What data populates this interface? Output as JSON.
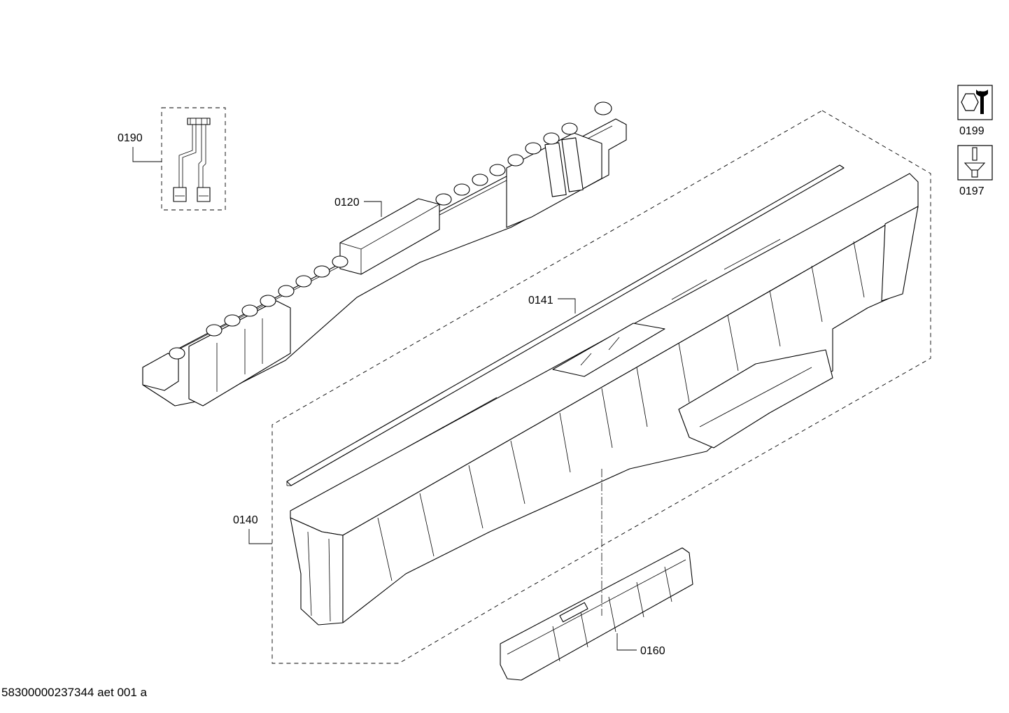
{
  "labels": {
    "p0190": "0190",
    "p0120": "0120",
    "p0141": "0141",
    "p0140": "0140",
    "p0160": "0160",
    "p0199": "0199",
    "p0197": "0197"
  },
  "icons": {
    "tool_0199": "wrench-nut-icon",
    "tool_0197": "screwdriver-icon"
  },
  "footer": {
    "drawing_id": "58300000237344 aet 001 a"
  }
}
